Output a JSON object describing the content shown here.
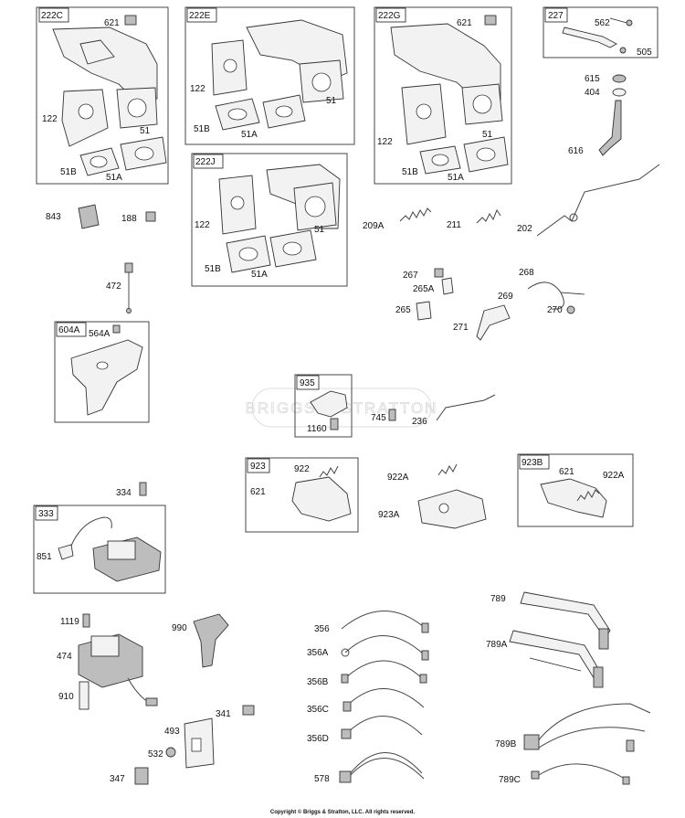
{
  "kits": {
    "k222c": "222C",
    "k222e": "222E",
    "k222g": "222G",
    "k227": "227",
    "k222j": "222J",
    "k604a": "604A",
    "k935": "935",
    "k923": "923",
    "k923b": "923B",
    "k333": "333"
  },
  "parts": {
    "p621": "621",
    "p122": "122",
    "p51": "51",
    "p51a": "51A",
    "p51b": "51B",
    "p562": "562",
    "p505": "505",
    "p615": "615",
    "p404": "404",
    "p616": "616",
    "p843": "843",
    "p188": "188",
    "p209a": "209A",
    "p211": "211",
    "p202": "202",
    "p472": "472",
    "p267": "267",
    "p265a": "265A",
    "p268": "268",
    "p269": "269",
    "p265": "265",
    "p271": "271",
    "p270": "270",
    "p564a": "564A",
    "p745": "745",
    "p236": "236",
    "p1160": "1160",
    "p922": "922",
    "p922a": "922A",
    "p923a": "923A",
    "p334": "334",
    "p851": "851",
    "p1119": "1119",
    "p990": "990",
    "p474": "474",
    "p910": "910",
    "p341": "341",
    "p493": "493",
    "p532": "532",
    "p347": "347",
    "p356": "356",
    "p356a": "356A",
    "p356b": "356B",
    "p356c": "356C",
    "p356d": "356D",
    "p578": "578",
    "p789": "789",
    "p789a": "789A",
    "p789b": "789B",
    "p789c": "789C"
  },
  "watermark": "BRIGGS & STRATTON",
  "copyright": "Copyright © Briggs & Stratton, LLC. All rights reserved."
}
